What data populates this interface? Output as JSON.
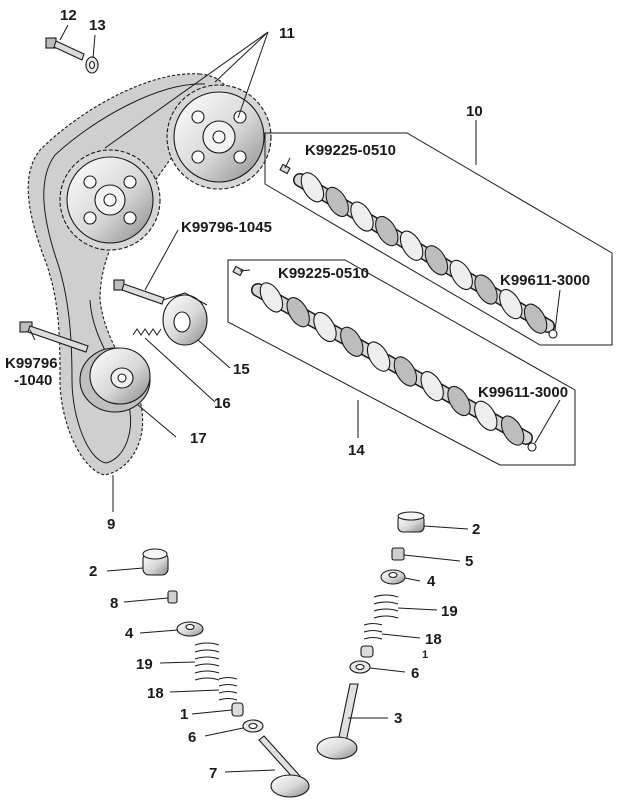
{
  "diagram": {
    "callouts": {
      "n12": "12",
      "n13": "13",
      "n11": "11",
      "n10": "10",
      "n14": "14",
      "n15": "15",
      "n16": "16",
      "n17": "17",
      "n9": "9",
      "n2a": "2",
      "n8": "8",
      "n4a": "4",
      "n19a": "19",
      "n18a": "18",
      "n1a": "1",
      "n6a": "6",
      "n7": "7",
      "n2b": "2",
      "n5": "5",
      "n4b": "4",
      "n19b": "19",
      "n18b": "18",
      "n1b": "1",
      "n6b": "6",
      "n3": "3"
    },
    "part_codes": {
      "k1": "K99225-0510",
      "k2": "K99796-1045",
      "k3": "K99225-0510",
      "k4": "K99611-3000",
      "k5a": "K99796",
      "k5b": "-1040",
      "k6": "K99611-3000"
    },
    "colors": {
      "ink": "#1a1a1a",
      "part_fill": "#e4e4e4",
      "shade": "#9a9a9a",
      "paper": "#ffffff"
    }
  }
}
